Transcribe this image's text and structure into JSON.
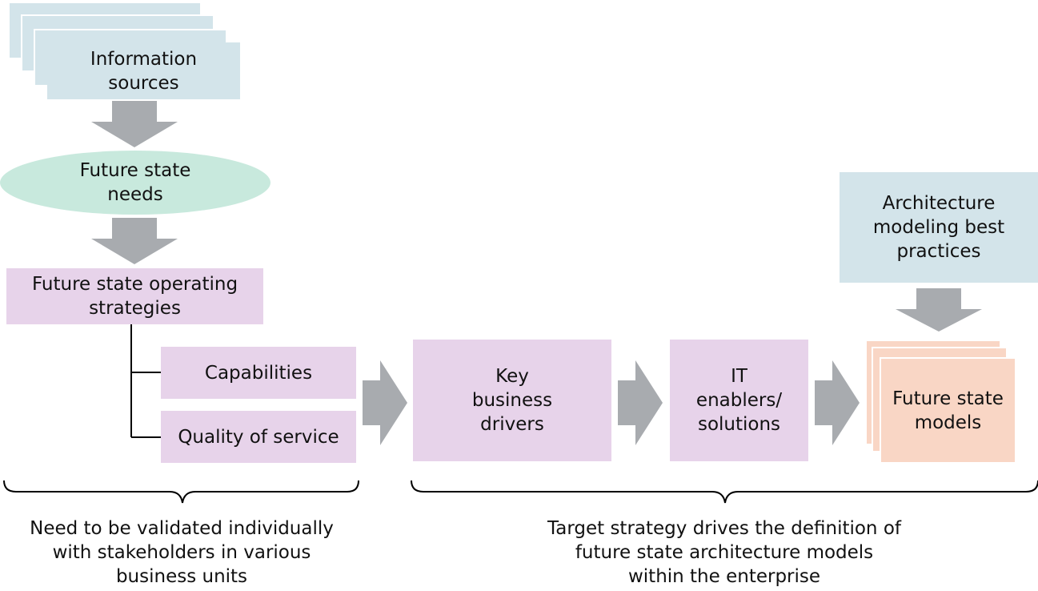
{
  "nodes": {
    "information_sources": "Information\nsources",
    "future_state_needs": "Future state\nneeds",
    "future_state_operating_strategies": "Future state operating\nstrategies",
    "capabilities": "Capabilities",
    "quality_of_service": "Quality of service",
    "key_business_drivers": "Key\nbusiness\ndrivers",
    "it_enablers_solutions": "IT\nenablers/\nsolutions",
    "architecture_modeling_best_practices": "Architecture\nmodeling best\npractices",
    "future_state_models": "Future state\nmodels"
  },
  "captions": {
    "left": "Need to be validated individually\nwith stakeholders in various\nbusiness units",
    "right": "Target strategy drives the definition of\nfuture state architecture models\nwithin the enterprise"
  },
  "colors": {
    "blue_box": "#d3e4ea",
    "green_ellipse": "#c8e9dd",
    "purple_box": "#e7d3ea",
    "peach_box": "#f9d6c5",
    "arrow_gray": "#a8abaf",
    "line": "#000000"
  }
}
